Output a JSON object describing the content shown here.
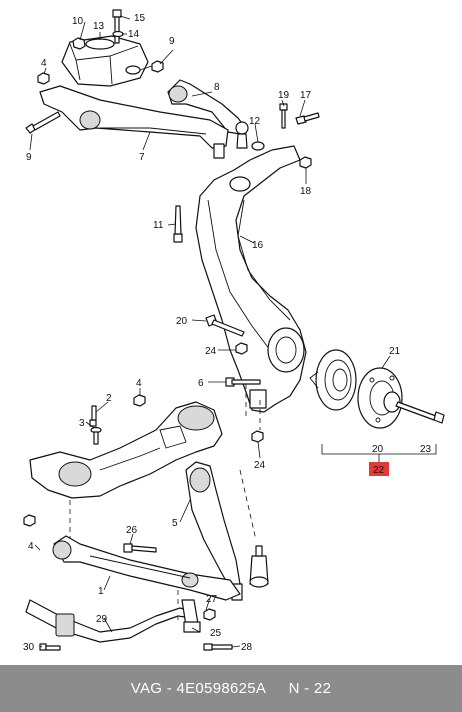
{
  "labels": {
    "l1": "1",
    "l2": "2",
    "l3": "3",
    "l4a": "4",
    "l4b": "4",
    "l5": "5",
    "l6": "6",
    "l7": "7",
    "l8": "8",
    "l9a": "9",
    "l9b": "9",
    "l10": "10",
    "l11": "11",
    "l12": "12",
    "l13": "13",
    "l14": "14",
    "l15": "15",
    "l16": "16",
    "l17": "17",
    "l18": "18",
    "l19": "19",
    "l20a": "20",
    "l20b": "20",
    "l21": "21",
    "l22": "22",
    "l23": "23",
    "l24a": "24",
    "l24b": "24",
    "l25": "25",
    "l26": "26",
    "l27": "27",
    "l28": "28",
    "l29": "29",
    "l30": "30"
  },
  "highlight_color": "#e53935",
  "footer": {
    "brand": "VAG",
    "sep1": " - ",
    "part_number": "4E0598625A",
    "sep2": "     ",
    "ref": "N - 22"
  }
}
